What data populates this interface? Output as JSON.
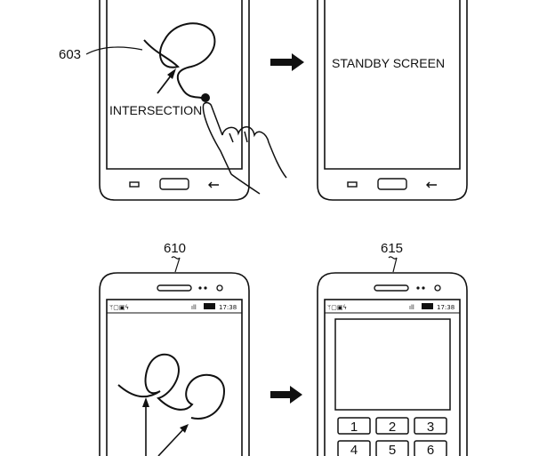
{
  "references": {
    "top_left": "603",
    "bottom_left": "610",
    "bottom_right": "615"
  },
  "labels": {
    "intersection": "INTERSECTION",
    "standby_screen": "STANDBY SCREEN"
  },
  "status_bar": {
    "time_left": "17:38",
    "time_right": "17:38"
  },
  "keypad": [
    "1",
    "2",
    "3",
    "4",
    "5",
    "6"
  ],
  "icons": {
    "arrow": "right-arrow-icon",
    "home": "home-button-icon",
    "menu": "menu-key-icon",
    "back": "back-key-icon",
    "hand": "pointing-hand-icon"
  }
}
